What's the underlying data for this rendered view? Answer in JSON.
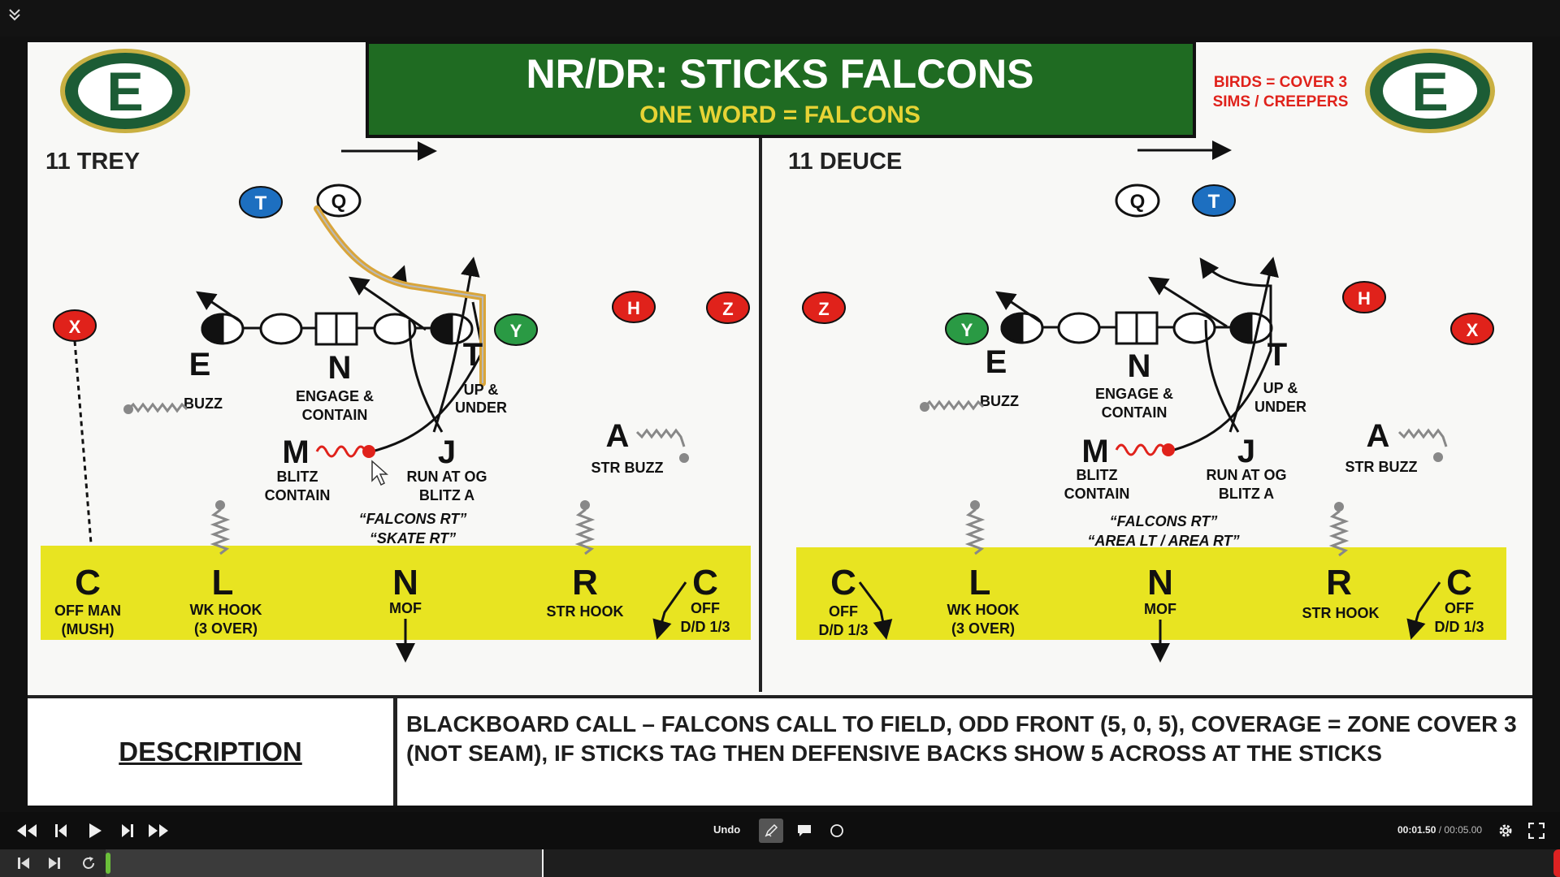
{
  "header": {
    "title": "NR/DR: STICKS FALCONS",
    "subtitle": "ONE WORD = FALCONS",
    "note_line1": "BIRDS = COVER 3",
    "note_line2": "SIMS / CREEPERS",
    "logo_letter": "E"
  },
  "left": {
    "formation": "11 TREY",
    "players": {
      "T": "T",
      "Q": "Q",
      "X": "X",
      "Y": "Y",
      "H": "H",
      "Z": "Z"
    },
    "defenders": {
      "E": "E",
      "E_note": "BUZZ",
      "N": "N",
      "N_note1": "ENGAGE &",
      "N_note2": "CONTAIN",
      "T": "T",
      "T_note1": "UP &",
      "T_note2": "UNDER",
      "M": "M",
      "M_note1": "BLITZ",
      "M_note2": "CONTAIN",
      "J": "J",
      "J_note1": "RUN AT OG",
      "J_note2": "BLITZ A",
      "A": "A",
      "A_note": "STR BUZZ"
    },
    "call1": "“FALCONS RT”",
    "call2": "“SKATE RT”",
    "secondary": {
      "C1": "C",
      "C1_note1": "OFF MAN",
      "C1_note2": "(MUSH)",
      "L": "L",
      "L_note1": "WK HOOK",
      "L_note2": "(3 OVER)",
      "N": "N",
      "N_note": "MOF",
      "R": "R",
      "R_note": "STR HOOK",
      "C2": "C",
      "C2_note1": "OFF",
      "C2_note2": "D/D 1/3"
    }
  },
  "right": {
    "formation": "11 DEUCE",
    "players": {
      "Q": "Q",
      "T": "T",
      "Z": "Z",
      "Y": "Y",
      "H": "H",
      "X": "X"
    },
    "defenders": {
      "E": "E",
      "E_note": "BUZZ",
      "N": "N",
      "N_note1": "ENGAGE &",
      "N_note2": "CONTAIN",
      "T": "T",
      "T_note1": "UP &",
      "T_note2": "UNDER",
      "M": "M",
      "M_note1": "BLITZ",
      "M_note2": "CONTAIN",
      "J": "J",
      "J_note1": "RUN AT OG",
      "J_note2": "BLITZ A",
      "A": "A",
      "A_note": "STR BUZZ"
    },
    "call1": "“FALCONS RT”",
    "call2": "“AREA LT / AREA RT”",
    "secondary": {
      "C1": "C",
      "C1_note1": "OFF",
      "C1_note2": "D/D 1/3",
      "L": "L",
      "L_note1": "WK HOOK",
      "L_note2": "(3 OVER)",
      "N": "N",
      "N_note": "MOF",
      "R": "R",
      "R_note": "STR HOOK",
      "C2": "C",
      "C2_note1": "OFF",
      "C2_note2": "D/D 1/3"
    }
  },
  "description": {
    "label": "DESCRIPTION",
    "text": "BLACKBOARD CALL – FALCONS CALL TO FIELD, ODD FRONT (5, 0, 5), COVERAGE = ZONE COVER 3 (NOT SEAM), IF STICKS TAG THEN DEFENSIVE BACKS SHOW 5 ACROSS AT THE STICKS"
  },
  "player": {
    "undo_label": "Undo",
    "current_time": "00:01.50",
    "separator": " / ",
    "duration": "00:05.00",
    "progress_fraction": 0.3,
    "icons": [
      "collapse-icon",
      "rewind-icon",
      "step-back-icon",
      "play-icon",
      "step-forward-icon",
      "fast-forward-icon",
      "pen-icon",
      "comment-icon",
      "circle-icon",
      "settings-icon",
      "fullscreen-icon",
      "skip-start-icon",
      "skip-end-icon",
      "loop-icon"
    ]
  },
  "colors": {
    "banner_green": "#1f6b22",
    "logo_green": "#1c5c35",
    "banner_gold": "#e7d335",
    "note_red": "#e0221b",
    "zone_yellow": "#e8e421",
    "player_red": "#e0221b",
    "player_blue": "#1d6fc0",
    "player_green": "#2a9a44",
    "route_orange": "#d9a53a"
  }
}
